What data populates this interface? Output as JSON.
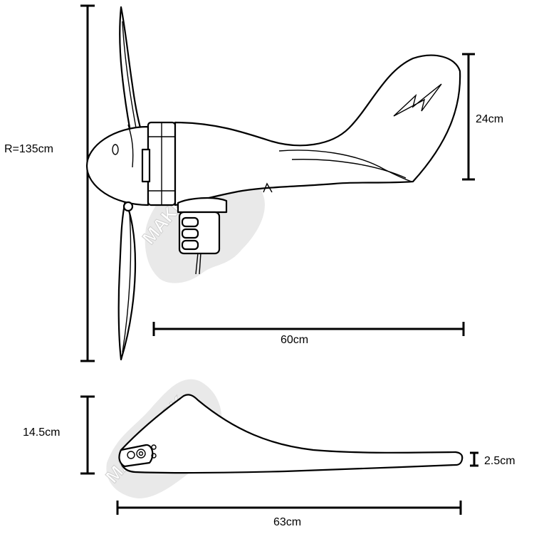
{
  "watermark": {
    "upper_text": "MAKEROCK",
    "lower_text": "MAKEROCK"
  },
  "dimensions": {
    "rotor_radius_label": "R=135cm",
    "tail_height_label": "24cm",
    "body_length_label": "60cm",
    "blade_width_label": "14.5cm",
    "blade_tip_label": "2.5cm",
    "blade_length_label": "63cm"
  }
}
